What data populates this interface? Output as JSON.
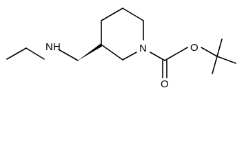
{
  "molecule": {
    "atoms": {
      "amine_n": "N",
      "amine_h": "H",
      "ring_n": "N",
      "carbonyl_o": "O",
      "ester_o": "O"
    },
    "stereo_bond": "wedge"
  },
  "colors": {
    "bond": "#000000",
    "background": "#ffffff"
  }
}
